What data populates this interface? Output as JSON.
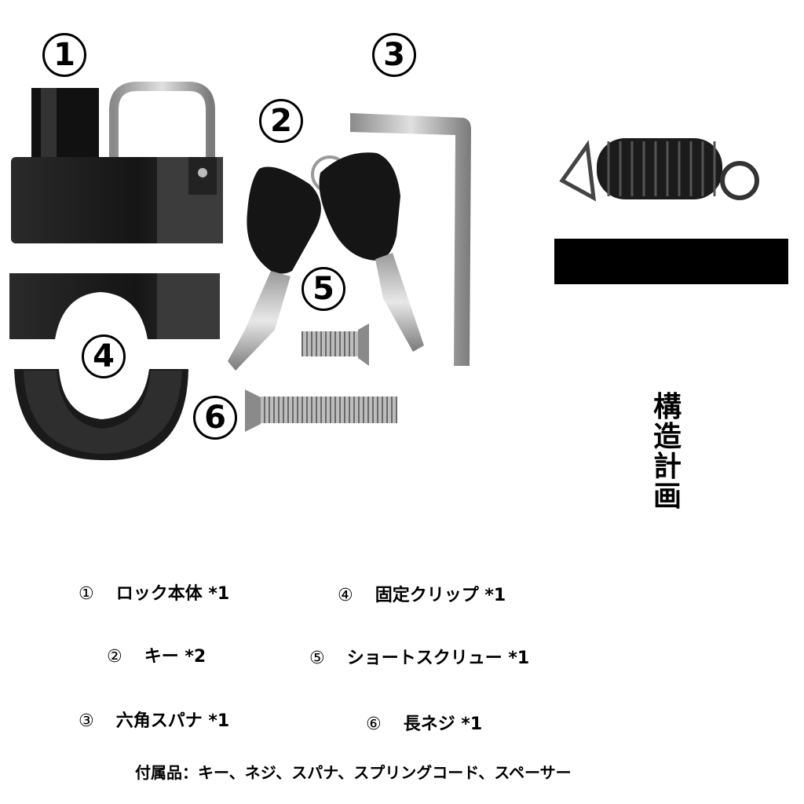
{
  "numbers": {
    "n1": "1",
    "n2": "2",
    "n3": "3",
    "n4": "4",
    "n5": "5",
    "n6": "6"
  },
  "title_vertical": [
    "構",
    "造",
    "計",
    "画"
  ],
  "parts": [
    {
      "mark": "①",
      "label": "ロック本体 *1"
    },
    {
      "mark": "②",
      "label": "キー *2"
    },
    {
      "mark": "③",
      "label": "六角スパナ *1"
    },
    {
      "mark": "④",
      "label": "固定クリップ *1"
    },
    {
      "mark": "⑤",
      "label": "ショートスクリュー *1"
    },
    {
      "mark": "⑥",
      "label": "長ネジ *1"
    }
  ],
  "accessories": "付属品：キー、ネジ、スパナ、スプリングコード、スペーサー",
  "colors": {
    "lock_body": "#1c1c1c",
    "metal": "#b8b8b8",
    "bar": "#000000"
  }
}
